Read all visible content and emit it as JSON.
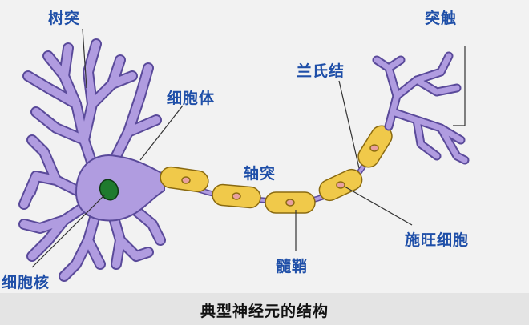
{
  "labels": {
    "dendrite": "树突",
    "synapse": "突触",
    "node_of_ranvier": "兰氏结",
    "cell_body": "细胞体",
    "axon": "轴突",
    "schwann_cell": "施旺细胞",
    "myelin_sheath": "髓鞘",
    "nucleus": "细胞核"
  },
  "caption": "典型神经元的结构",
  "colors": {
    "neuron_fill": "#b09ce0",
    "neuron_stroke": "#5a4a9a",
    "myelin_fill": "#f0c94a",
    "myelin_stroke": "#8a6a10",
    "schwann_nucleus": "#e8a0a0",
    "nucleus_fill": "#1f7a2e",
    "label_color": "#1f4fa8",
    "caption_bar": "#e4e4e4",
    "background": "#f2f2f2"
  }
}
